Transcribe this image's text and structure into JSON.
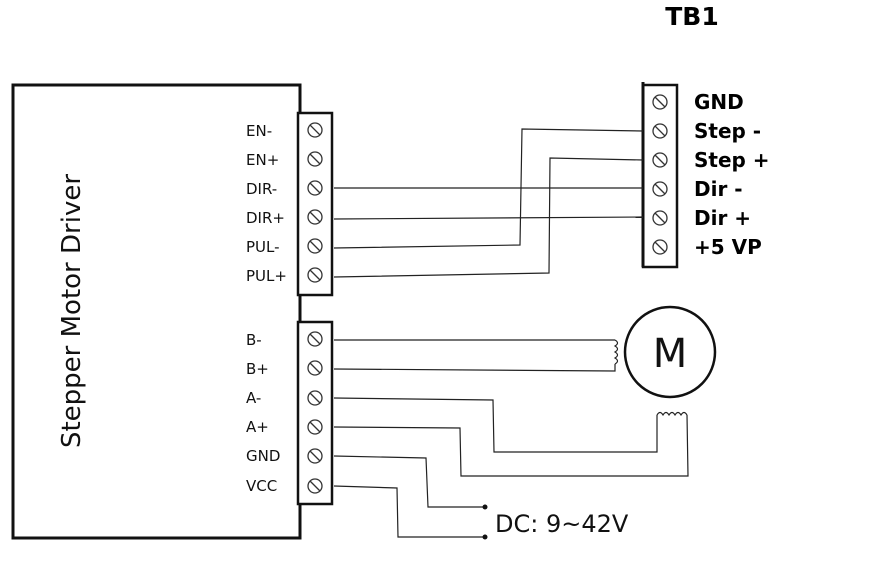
{
  "tb1": {
    "title": "TB1",
    "labels": [
      "GND",
      "Step -",
      "Step +",
      "Dir -",
      "Dir +",
      "+5 VP"
    ]
  },
  "driver": {
    "title": "Stepper Motor Driver",
    "control_labels": [
      "EN-",
      "EN+",
      "DIR-",
      "DIR+",
      "PUL-",
      "PUL+"
    ],
    "power_labels": [
      "B-",
      "B+",
      "A-",
      "A+",
      "GND",
      "VCC"
    ]
  },
  "motor": {
    "label": "M"
  },
  "power_supply": {
    "label": "DC: 9~42V"
  }
}
